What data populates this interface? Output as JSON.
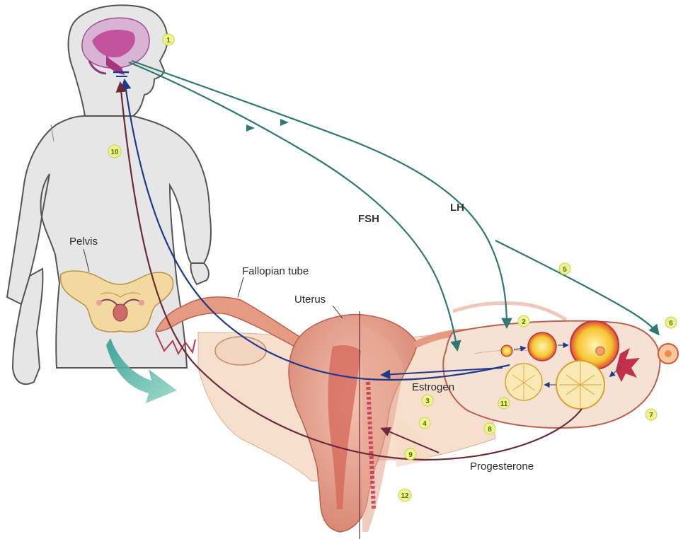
{
  "labels": {
    "pelvis": "Pelvis",
    "fallopian_tube": "Fallopian tube",
    "uterus": "Uterus",
    "fsh": "FSH",
    "lh": "LH",
    "estrogen": "Estrogen",
    "progesterone": "Progesterone"
  },
  "markers": [
    "1",
    "2",
    "3",
    "4",
    "5",
    "6",
    "7",
    "8",
    "9",
    "10",
    "11",
    "12"
  ],
  "colors": {
    "fsh_lh_arrows": "#2f7a70",
    "estrogen_arrow": "#1f3a8a",
    "progesterone_arrow": "#6b2a3a",
    "body_outline": "#555555",
    "body_fill": "#e6e6e6",
    "brain": "#c2539c",
    "uterus_tissue": "#e0a08a",
    "ovary_follicle": "#f2c12e",
    "marker_fill": "#eef58a"
  }
}
